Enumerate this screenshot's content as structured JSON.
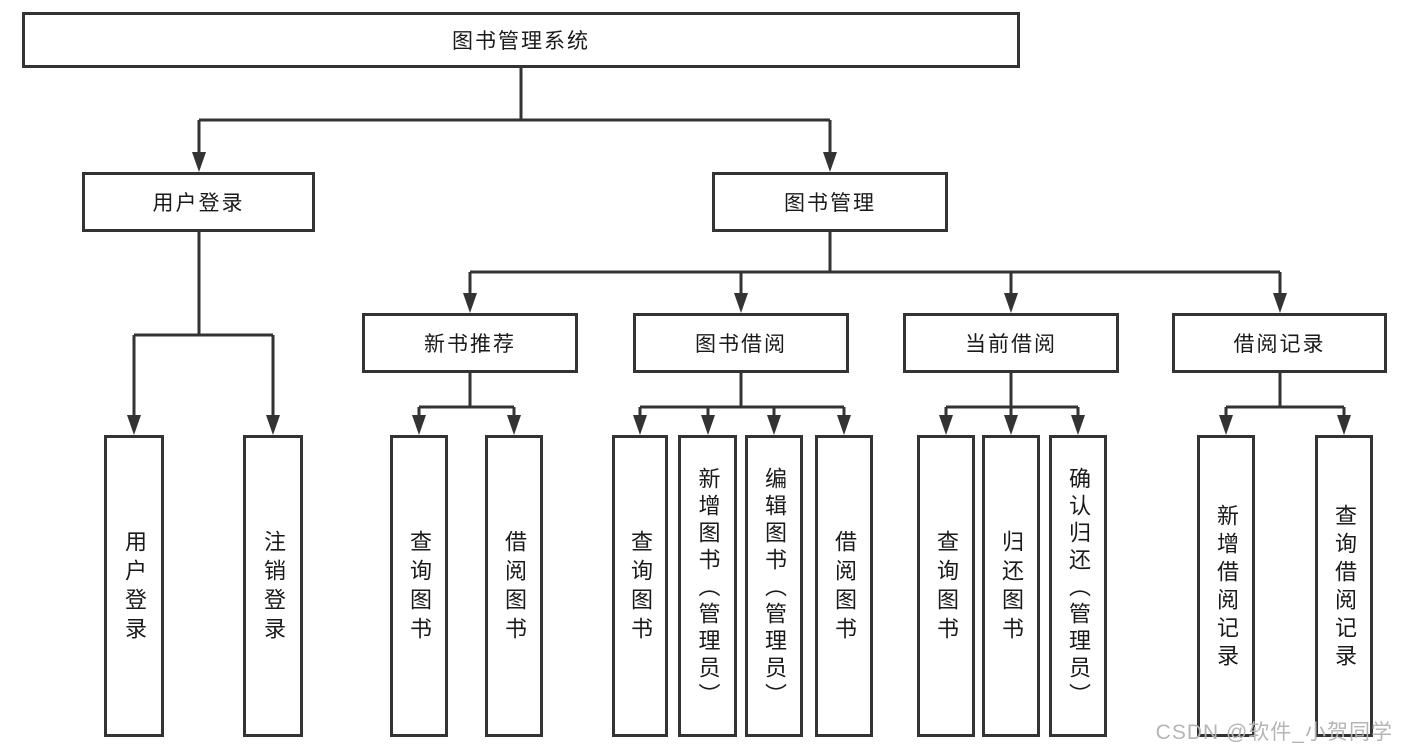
{
  "diagram_title": "图书管理系统",
  "tree": {
    "label": "图书管理系统",
    "children": [
      {
        "label": "用户登录",
        "children": [
          {
            "label": "用户登录"
          },
          {
            "label": "注销登录"
          }
        ]
      },
      {
        "label": "图书管理",
        "children": [
          {
            "label": "新书推荐",
            "children": [
              {
                "label": "查询图书"
              },
              {
                "label": "借阅图书"
              }
            ]
          },
          {
            "label": "图书借阅",
            "children": [
              {
                "label": "查询图书"
              },
              {
                "label": "新增图书（管理员）"
              },
              {
                "label": "编辑图书（管理员）"
              },
              {
                "label": "借阅图书"
              }
            ]
          },
          {
            "label": "当前借阅",
            "children": [
              {
                "label": "查询图书"
              },
              {
                "label": "归还图书"
              },
              {
                "label": "确认归还（管理员）"
              }
            ]
          },
          {
            "label": "借阅记录",
            "children": [
              {
                "label": "新增借阅记录"
              },
              {
                "label": "查询借阅记录"
              }
            ]
          }
        ]
      }
    ]
  },
  "watermark": {
    "text": "CSDN @软件_小贺同学"
  },
  "colors": {
    "line": "#333333",
    "text": "#1a1a1a",
    "box_background": "#ffffff",
    "watermark": "#b5b5b5"
  }
}
